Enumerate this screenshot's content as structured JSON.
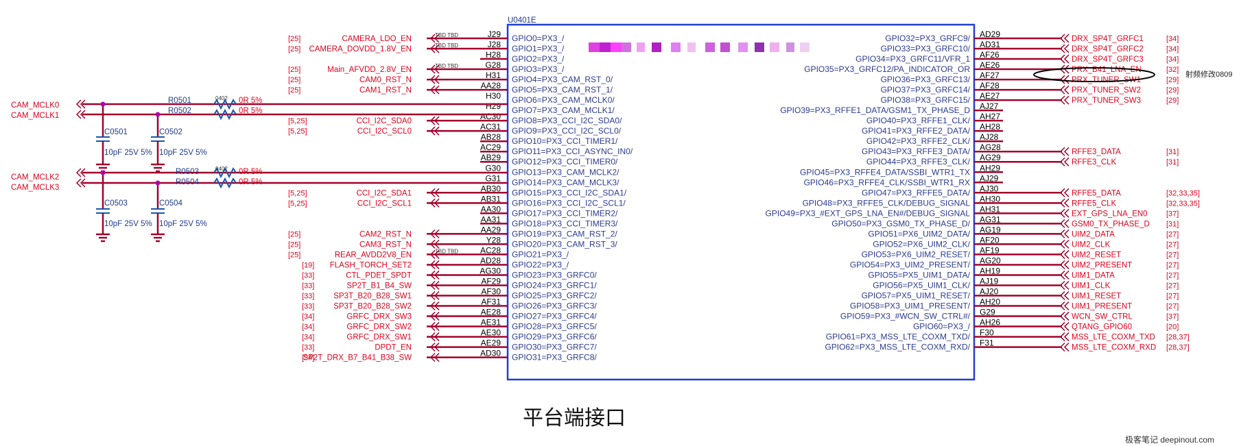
{
  "chip": {
    "ref": "U0401E"
  },
  "caption": "平台端接口",
  "watermark": "极客笔记 deepinout.com",
  "annotation": "射频修改0809",
  "colors": {
    "wire": "#a2002a",
    "net": "#e0001a",
    "pin_label": "#2b3a8f",
    "box": "#1f3fd6",
    "cap": "#1a56a8",
    "junction": "#d000d0"
  },
  "left_pins": [
    {
      "num": "J29",
      "label": "GPIO0=PX3_/",
      "net": "CAMERA_LDO_EN",
      "ref": "[25]",
      "tbd": "TBD TBD"
    },
    {
      "num": "J28",
      "label": "GPIO1=PX3_/",
      "net": "CAMERA_DOVDD_1.8V_EN",
      "ref": "[25]",
      "tbd": "TBD TBD"
    },
    {
      "num": "H28",
      "label": "GPIO2=PX3_/",
      "net": "",
      "ref": "",
      "tbd": ""
    },
    {
      "num": "G28",
      "label": "GPIO3=PX3_/",
      "net": "Main_AFVDD_2.8V_EN",
      "ref": "[25]",
      "tbd": "TBD TBD"
    },
    {
      "num": "H31",
      "label": "GPIO4=PX3_CAM_RST_0/",
      "net": "CAM0_RST_N",
      "ref": "[25]",
      "tbd": ""
    },
    {
      "num": "AA28",
      "label": "GPIO5=PX3_CAM_RST_1/",
      "net": "CAM1_RST_N",
      "ref": "[25]",
      "tbd": ""
    },
    {
      "num": "H30",
      "label": "GPIO6=PX3_CAM_MCLK0/",
      "net": "",
      "ref": "",
      "tbd": ""
    },
    {
      "num": "H29",
      "label": "GPIO7=PX3_CAM_MCLK1/",
      "net": "",
      "ref": "",
      "tbd": ""
    },
    {
      "num": "AC30",
      "label": "GPIO8=PX3_CCI_I2C_SDA0/",
      "net": "CCI_I2C_SDA0",
      "ref": "[5,25]",
      "tbd": ""
    },
    {
      "num": "AC31",
      "label": "GPIO9=PX3_CCI_I2C_SCL0/",
      "net": "CCI_I2C_SCL0",
      "ref": "[5,25]",
      "tbd": ""
    },
    {
      "num": "AB28",
      "label": "GPIO10=PX3_CCI_TIMER1/",
      "net": "",
      "ref": "",
      "tbd": ""
    },
    {
      "num": "AC29",
      "label": "GPIO11=PX3_CCI_ASYNC_IN0/",
      "net": "",
      "ref": "",
      "tbd": ""
    },
    {
      "num": "AB29",
      "label": "GPIO12=PX3_CCI_TIMER0/",
      "net": "",
      "ref": "",
      "tbd": ""
    },
    {
      "num": "G30",
      "label": "GPIO13=PX3_CAM_MCLK2/",
      "net": "",
      "ref": "",
      "tbd": ""
    },
    {
      "num": "G31",
      "label": "GPIO14=PX3_CAM_MCLK3/",
      "net": "",
      "ref": "",
      "tbd": ""
    },
    {
      "num": "AB30",
      "label": "GPIO15=PX3_CCI_I2C_SDA1/",
      "net": "CCI_I2C_SDA1",
      "ref": "[5,25]",
      "tbd": ""
    },
    {
      "num": "AB31",
      "label": "GPIO16=PX3_CCI_I2C_SCL1/",
      "net": "CCI_I2C_SCL1",
      "ref": "[5,25]",
      "tbd": ""
    },
    {
      "num": "AA30",
      "label": "GPIO17=PX3_CCI_TIMER2/",
      "net": "",
      "ref": "",
      "tbd": ""
    },
    {
      "num": "AA31",
      "label": "GPIO18=PX3_CCI_TIMER3/",
      "net": "",
      "ref": "",
      "tbd": ""
    },
    {
      "num": "AA29",
      "label": "GPIO19=PX3_CAM_RST_2/",
      "net": "CAM2_RST_N",
      "ref": "[25]",
      "tbd": ""
    },
    {
      "num": "Y28",
      "label": "GPIO20=PX3_CAM_RST_3/",
      "net": "CAM3_RST_N",
      "ref": "[25]",
      "tbd": ""
    },
    {
      "num": "AC28",
      "label": "GPIO21=PX3_/",
      "net": "REAR_AVDD2V8_EN",
      "ref": "[25]",
      "tbd": "TBD TBD"
    },
    {
      "num": "AD28",
      "label": "GPIO22=PX3_/",
      "net": "FLASH_TORCH_SET2",
      "ref": "[19]",
      "tbd": ""
    },
    {
      "num": "AG30",
      "label": "GPIO23=PX3_GRFC0/",
      "net": "CTL_PDET_SPDT",
      "ref": "[33]",
      "tbd": ""
    },
    {
      "num": "AF29",
      "label": "GPIO24=PX3_GRFC1/",
      "net": "SP2T_B1_B4_SW",
      "ref": "[33]",
      "tbd": ""
    },
    {
      "num": "AF30",
      "label": "GPIO25=PX3_GRFC2/",
      "net": "SP3T_B20_B28_SW1",
      "ref": "[33]",
      "tbd": ""
    },
    {
      "num": "AF31",
      "label": "GPIO26=PX3_GRFC3/",
      "net": "SP3T_B20_B28_SW2",
      "ref": "[33]",
      "tbd": ""
    },
    {
      "num": "AE28",
      "label": "GPIO27=PX3_GRFC4/",
      "net": "GRFC_DRX_SW3",
      "ref": "[34]",
      "tbd": ""
    },
    {
      "num": "AE31",
      "label": "GPIO28=PX3_GRFC5/",
      "net": "GRFC_DRX_SW2",
      "ref": "[34]",
      "tbd": ""
    },
    {
      "num": "AE30",
      "label": "GPIO29=PX3_GRFC6/",
      "net": "GRFC_DRX_SW1",
      "ref": "[34]",
      "tbd": ""
    },
    {
      "num": "AE29",
      "label": "GPIO30=PX3_GRFC7/",
      "net": "DPDT_EN",
      "ref": "[33]",
      "tbd": ""
    },
    {
      "num": "AD30",
      "label": "GPIO31=PX3_GRFC8/",
      "net": "SP2T_DRX_B7_B41_B38_SW",
      "ref": "[34]",
      "tbd": ""
    }
  ],
  "right_pins": [
    {
      "num": "AD29",
      "label": "GPIO32=PX3_GRFC9/",
      "net": "DRX_SP4T_GRFC1",
      "ref": "[34]"
    },
    {
      "num": "AD31",
      "label": "GPIO33=PX3_GRFC10/",
      "net": "DRX_SP4T_GRFC2",
      "ref": "[34]"
    },
    {
      "num": "AF26",
      "label": "GPIO34=PX3_GRFC11/VFR_1",
      "net": "DRX_SP4T_GRFC3",
      "ref": "[34]"
    },
    {
      "num": "AE26",
      "label": "GPIO35=PX3_GRFC12/PA_INDICATOR_OR",
      "net": "PRX_B41_LNA_EN",
      "ref": "[32]"
    },
    {
      "num": "AF27",
      "label": "GPIO36=PX3_GRFC13/",
      "net": "PRX_TUNER_SW1",
      "ref": "[29]"
    },
    {
      "num": "AF28",
      "label": "GPIO37=PX3_GRFC14/",
      "net": "PRX_TUNER_SW2",
      "ref": "[29]"
    },
    {
      "num": "AE27",
      "label": "GPIO38=PX3_GRFC15/",
      "net": "PRX_TUNER_SW3",
      "ref": "[29]"
    },
    {
      "num": "AJ27",
      "label": "GPIO39=PX3_RFFE1_DATA/GSM1_TX_PHASE_D",
      "net": "",
      "ref": ""
    },
    {
      "num": "AH27",
      "label": "GPIO40=PX3_RFFE1_CLK/",
      "net": "",
      "ref": ""
    },
    {
      "num": "AH28",
      "label": "GPIO41=PX3_RFFE2_DATA/",
      "net": "",
      "ref": ""
    },
    {
      "num": "AJ28",
      "label": "GPIO42=PX3_RFFE2_CLK/",
      "net": "",
      "ref": ""
    },
    {
      "num": "AG28",
      "label": "GPIO43=PX3_RFFE3_DATA/",
      "net": "RFFE3_DATA",
      "ref": "[31]"
    },
    {
      "num": "AG29",
      "label": "GPIO44=PX3_RFFE3_CLK/",
      "net": "RFFE3_CLK",
      "ref": "[31]"
    },
    {
      "num": "AH29",
      "label": "GPIO45=PX3_RFFE4_DATA/SSBI_WTR1_TX",
      "net": "",
      "ref": ""
    },
    {
      "num": "AJ29",
      "label": "GPIO46=PX3_RFFE4_CLK/SSBI_WTR1_RX",
      "net": "",
      "ref": ""
    },
    {
      "num": "AJ30",
      "label": "GPIO47=PX3_RFFE5_DATA/",
      "net": "RFFE5_DATA",
      "ref": "[32,33,35]"
    },
    {
      "num": "AH30",
      "label": "GPIO48=PX3_RFFE5_CLK/DEBUG_SIGNAL",
      "net": "RFFE5_CLK",
      "ref": "[32,33,35]"
    },
    {
      "num": "AH31",
      "label": "GPIO49=PX3_#EXT_GPS_LNA_EN#/DEBUG_SIGNAL",
      "net": "EXT_GPS_LNA_EN0",
      "ref": "[37]"
    },
    {
      "num": "AG31",
      "label": "GPIO50=PX3_GSM0_TX_PHASE_D/",
      "net": "GSM0_TX_PHASE_D",
      "ref": "[31]"
    },
    {
      "num": "AG19",
      "label": "GPIO51=PX6_UIM2_DATA/",
      "net": "UIM2_DATA",
      "ref": "[27]"
    },
    {
      "num": "AF20",
      "label": "GPIO52=PX6_UIM2_CLK/",
      "net": "UIM2_CLK",
      "ref": "[27]"
    },
    {
      "num": "AF19",
      "label": "GPIO53=PX6_UIM2_RESET/",
      "net": "UIM2_RESET",
      "ref": "[27]"
    },
    {
      "num": "AG20",
      "label": "GPIO54=PX3_UIM2_PRESENT/",
      "net": "UIM2_PRESENT",
      "ref": "[27]"
    },
    {
      "num": "AH19",
      "label": "GPIO55=PX5_UIM1_DATA/",
      "net": "UIM1_DATA",
      "ref": "[27]"
    },
    {
      "num": "AJ19",
      "label": "GPIO56=PX5_UIM1_CLK/",
      "net": "UIM1_CLK",
      "ref": "[27]"
    },
    {
      "num": "AJ20",
      "label": "GPIO57=PX5_UIM1_RESET/",
      "net": "UIM1_RESET",
      "ref": "[27]"
    },
    {
      "num": "AH20",
      "label": "GPIO58=PX3_UIM1_PRESENT/",
      "net": "UIM1_PRESENT",
      "ref": "[27]"
    },
    {
      "num": "G29",
      "label": "GPIO59=PX3_#WCN_SW_CTRL#/",
      "net": "WCN_SW_CTRL",
      "ref": "[37]"
    },
    {
      "num": "AH26",
      "label": "GPIO60=PX3_/",
      "net": "QTANG_GPIO60",
      "ref": "[20]"
    },
    {
      "num": "F30",
      "label": "GPIO61=PX3_MSS_LTE_COXM_TXD/",
      "net": "MSS_LTE_COXM_TXD",
      "ref": "[28,37]"
    },
    {
      "num": "F31",
      "label": "GPIO62=PX3_MSS_LTE_COXM_RXD/",
      "net": "MSS_LTE_COXM_RXD",
      "ref": "[28,37]"
    }
  ],
  "clock_nets": [
    {
      "name": "CAM_MCLK0",
      "res": "R0501",
      "val": "0R 5%"
    },
    {
      "name": "CAM_MCLK1",
      "res": "R0502",
      "val": "0R 5%"
    },
    {
      "name": "CAM_MCLK2",
      "res": "R0503",
      "val": "0R 5%"
    },
    {
      "name": "CAM_MCLK3",
      "res": "R0504",
      "val": "0R 5%"
    }
  ],
  "resistor_pkg": "0402",
  "caps": [
    {
      "ref": "C0501",
      "val": "10pF 25V 5%"
    },
    {
      "ref": "C0502",
      "val": "10pF 25V 5%"
    },
    {
      "ref": "C0503",
      "val": "10pF 25V 5%"
    },
    {
      "ref": "C0504",
      "val": "10pF 25V 5%"
    }
  ]
}
